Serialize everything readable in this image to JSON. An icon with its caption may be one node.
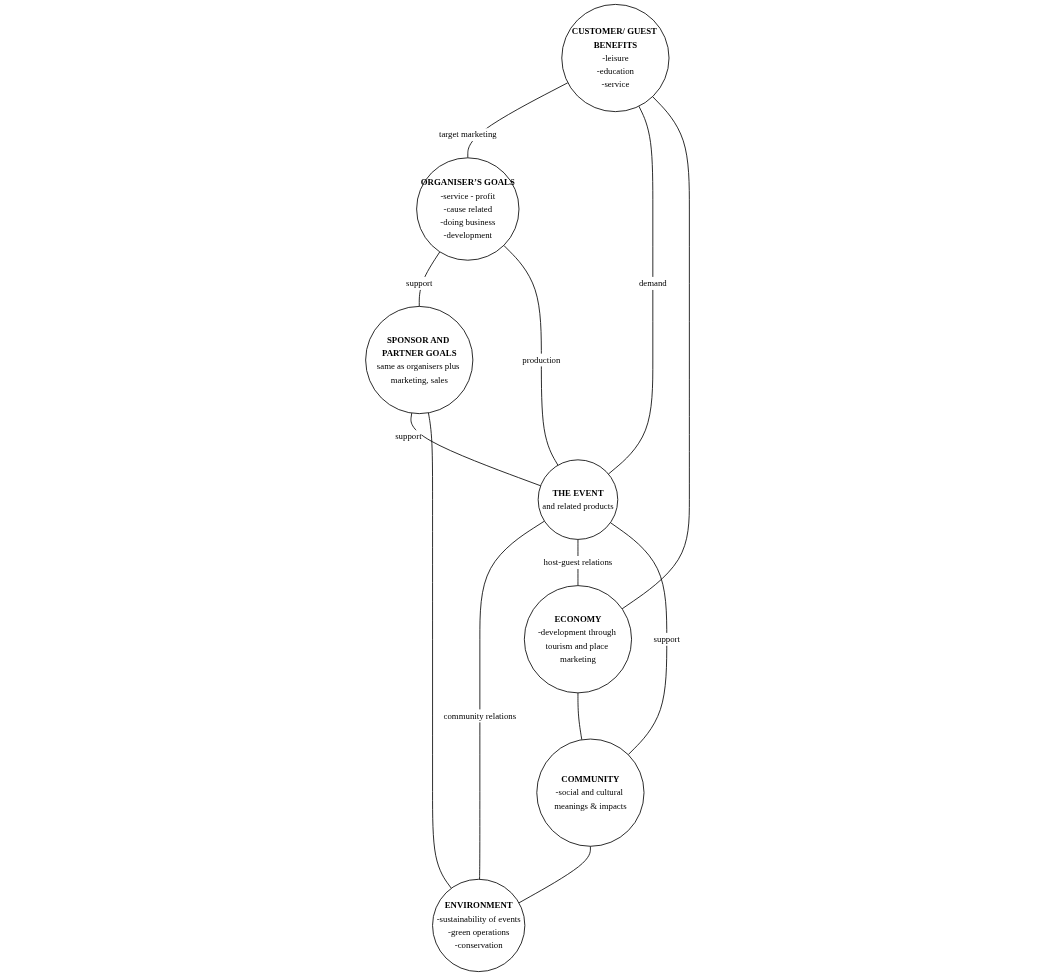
{
  "diagram": {
    "nodes": [
      {
        "text": [
          "ORGANISER’S GOALS",
          "-service - profit",
          "-cause related",
          "-doing business",
          "-development"
        ]
      },
      {
        "text": [
          "CUSTOMER/ GUEST BENEFITS",
          "-leisure",
          "-education",
          "-service"
        ]
      },
      {
        "text": [
          "SPONSOR AND PARTNER GOALS",
          "same as organisers plus marketing, sales"
        ]
      },
      {
        "text": [
          "THE EVENT",
          "and related products"
        ]
      },
      {
        "text": [
          "ECONOMY",
          "-development through tourism and place marketing"
        ]
      },
      {
        "text": [
          "ENVIRONMENT",
          "-sustainability of events",
          "-green operations",
          "-conservation"
        ]
      },
      {
        "text": [
          "COMMUNITY",
          "-social and cultural meanings & impacts"
        ]
      }
    ],
    "edges": [
      {
        "from": 1,
        "to": 0,
        "arrow": "none",
        "label": "target marketing"
      },
      {
        "from": 0,
        "to": 2,
        "arrow": "none",
        "label": "support"
      },
      {
        "from": 0,
        "to": 3,
        "arrow": "none",
        "label": "production"
      },
      {
        "from": 1,
        "to": 3,
        "arrow": "none",
        "label": "demand"
      },
      {
        "from": 2,
        "to": 3,
        "arrow": "none",
        "label": "support"
      },
      {
        "from": 1,
        "to": 4,
        "arrow": "none"
      },
      {
        "from": 2,
        "to": 5,
        "arrow": "none"
      },
      {
        "from": 3,
        "to": 5,
        "arrow": "none",
        "label": "community relations"
      },
      {
        "from": 3,
        "to": 4,
        "arrow": "none",
        "label": "host-guest relations"
      },
      {
        "from": 3,
        "to": 6,
        "arrow": "none",
        "label": "support"
      },
      {
        "from": 4,
        "to": 6,
        "arrow": "none"
      },
      {
        "from": 6,
        "to": 5,
        "arrow": "none"
      }
    ]
  }
}
